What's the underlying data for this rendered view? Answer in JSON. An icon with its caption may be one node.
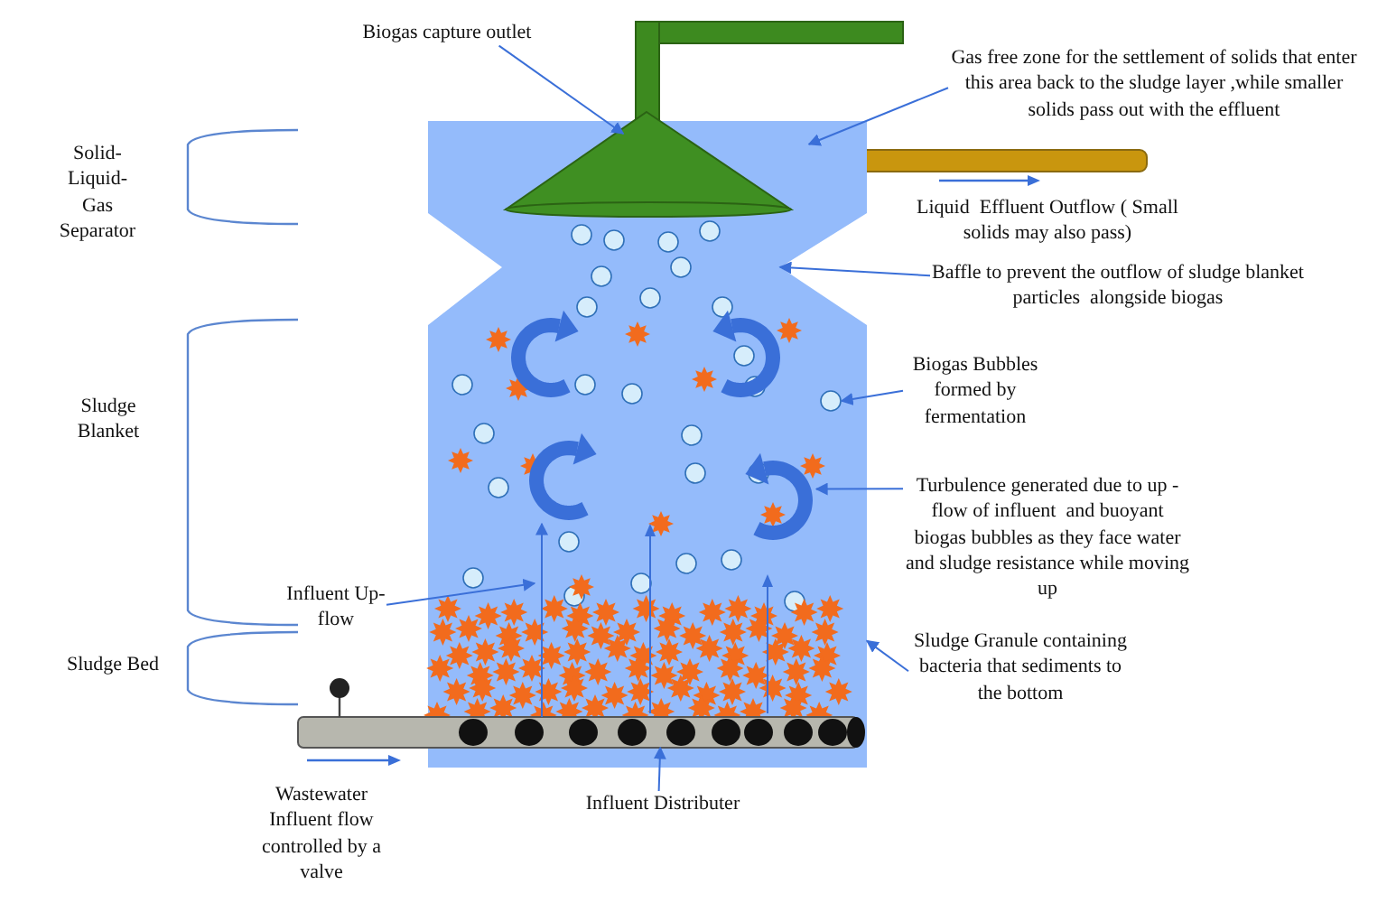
{
  "diagram": {
    "nodes": [
      {
        "text": [],
        "shape": "box"
      },
      {
        "text": [],
        "shape": "picture"
      },
      {
        "text": [],
        "shape": "circle",
        "in": 0
      },
      {
        "text": [],
        "shape": "picture",
        "in": 0
      },
      {
        "text": [],
        "shape": "picture",
        "in": 0
      },
      {
        "text": [],
        "shape": "picture",
        "in": 0
      },
      {
        "text": [],
        "shape": "picture",
        "in": 0
      },
      {
        "text": [],
        "shape": "bar"
      },
      {
        "text": [
          "Biogas capture outlet"
        ]
      },
      {
        "text": [
          "Gas free zone for the settlement of solids that enter this area back to the sludge layer ,while smaller solids pass out with the effluent"
        ]
      },
      {
        "text": [
          "Baffle to prevent the outflow of sludge blanket particles  alongside biogas"
        ]
      },
      {
        "text": [
          "Biogas Bubbles formed by fermentation"
        ]
      },
      {
        "text": [
          "Turbulence generated due to up -flow of influent  and buoyant biogas bubbles as they face water and sludge resistance while moving  up"
        ]
      },
      {
        "text": [
          "Influent Up-flow"
        ]
      },
      {
        "text": [
          "Sludge Granule containing bacteria that sediments to the bottom"
        ]
      },
      {
        "text": [
          "Influent Distributer"
        ]
      }
    ],
    "edges": [
      {
        "from": 8,
        "to": 1,
        "arrow": "to"
      },
      {
        "from": 9,
        "to": 0,
        "arrow": "to"
      },
      {
        "from": 10,
        "to": 0,
        "arrow": "to"
      },
      {
        "from": 11,
        "to": 2,
        "arrow": "to"
      },
      {
        "from": 12,
        "to": 6,
        "arrow": "to"
      },
      {
        "from": 13,
        "to": 0,
        "arrow": "to"
      },
      {
        "from": 14,
        "to": 0,
        "arrow": "to"
      },
      {
        "from": 15,
        "to": 7,
        "arrow": "to"
      },
      {
        "from": 7,
        "to": 5,
        "arrow": "to"
      }
    ],
    "labels": [
      "Solid- Liquid- Gas Separator",
      "Liquid  Effluent Outflow ( Small solids may also pass)",
      "Sludge Blanket",
      "Sludge Bed",
      "Wastewater Influent flow controlled by a valve"
    ]
  }
}
